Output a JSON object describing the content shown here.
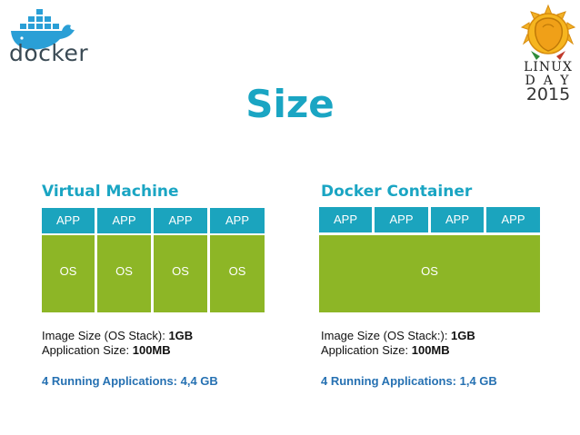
{
  "logos": {
    "docker_word": "docker",
    "linuxday_line1": "LINUX",
    "linuxday_line2": "DAY",
    "linuxday_year": "2015"
  },
  "title": "Size",
  "vm": {
    "heading": "Virtual Machine",
    "apps": [
      "APP",
      "APP",
      "APP",
      "APP"
    ],
    "os": [
      "OS",
      "OS",
      "OS",
      "OS"
    ],
    "image_size_label": "Image Size (OS Stack): ",
    "image_size_value": "1GB",
    "app_size_label": "Application Size: ",
    "app_size_value": "100MB",
    "running": "4 Running Applications: 4,4 GB"
  },
  "docker": {
    "heading": "Docker Container",
    "apps": [
      "APP",
      "APP",
      "APP",
      "APP"
    ],
    "os": "OS",
    "image_size_label": "Image Size (OS Stack:): ",
    "image_size_value": "1GB",
    "app_size_label": "Application Size: ",
    "app_size_value": "100MB",
    "running": "4 Running Applications: 1,4 GB"
  },
  "colors": {
    "title": "#1aa5c3",
    "app": "#1ba4be",
    "os": "#8db626",
    "running": "#2671b2"
  }
}
